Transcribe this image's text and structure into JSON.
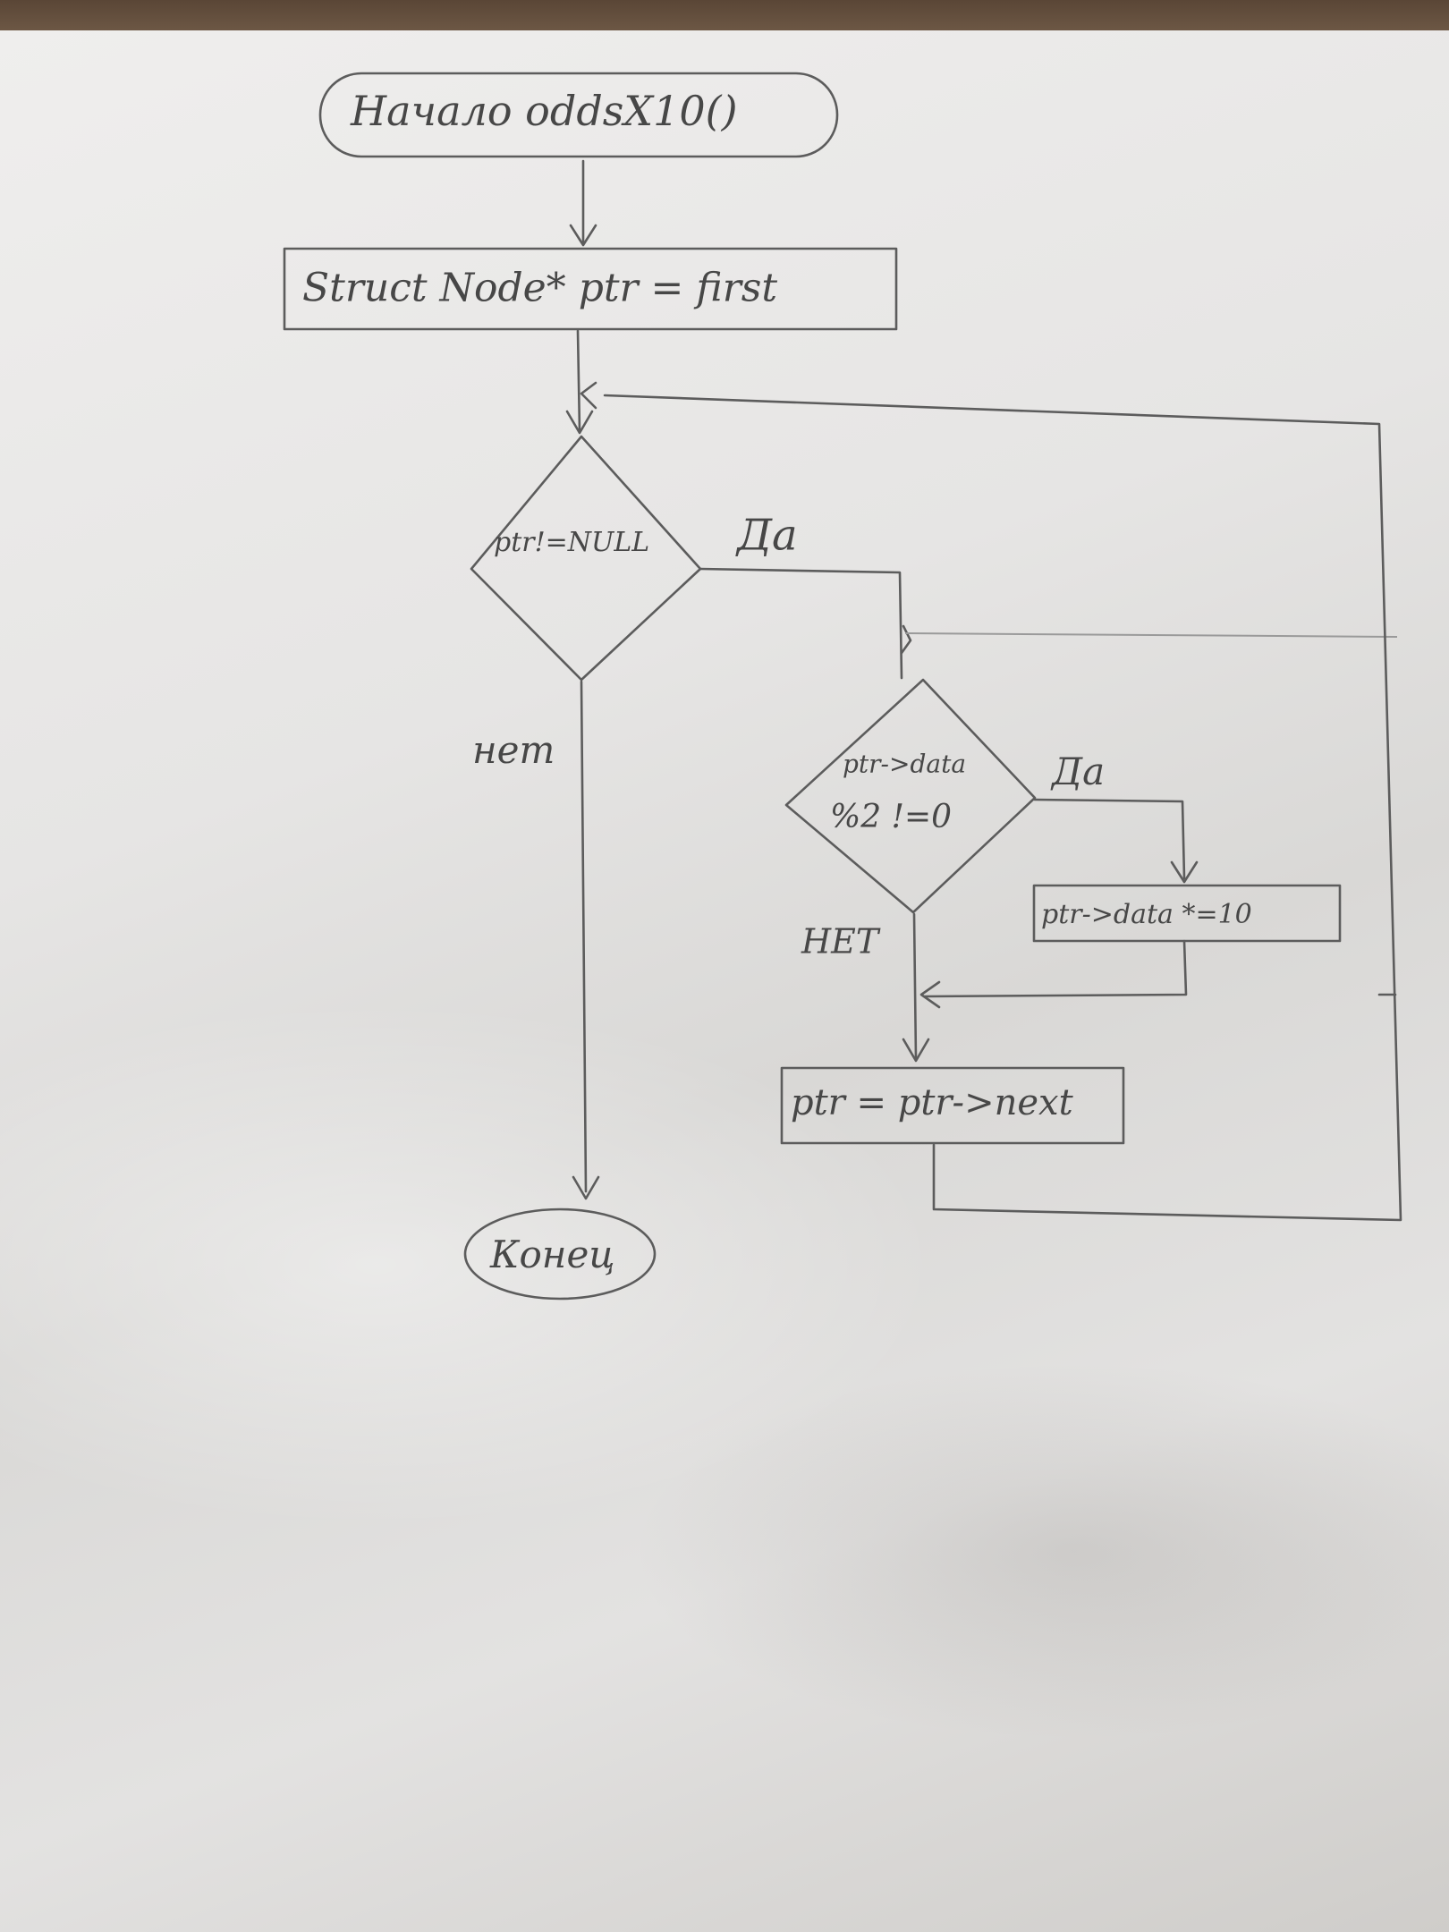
{
  "flowchart": {
    "start_label": "Начало oddsX10()",
    "init_label": "Struct Node* ptr = first",
    "loop_condition": "ptr!=NULL",
    "loop_yes": "Да",
    "loop_no": "нет",
    "odd_condition_line1": "ptr->data",
    "odd_condition_line2": "%2 !=0",
    "odd_yes": "Да",
    "odd_no": "НЕТ",
    "multiply_label": "ptr->data *=10",
    "advance_label": "ptr = ptr->next",
    "end_label": "Конец"
  },
  "colors": {
    "paper": "#e6e5e4",
    "pencil": "#5c5c5c",
    "table": "#6b5644"
  }
}
